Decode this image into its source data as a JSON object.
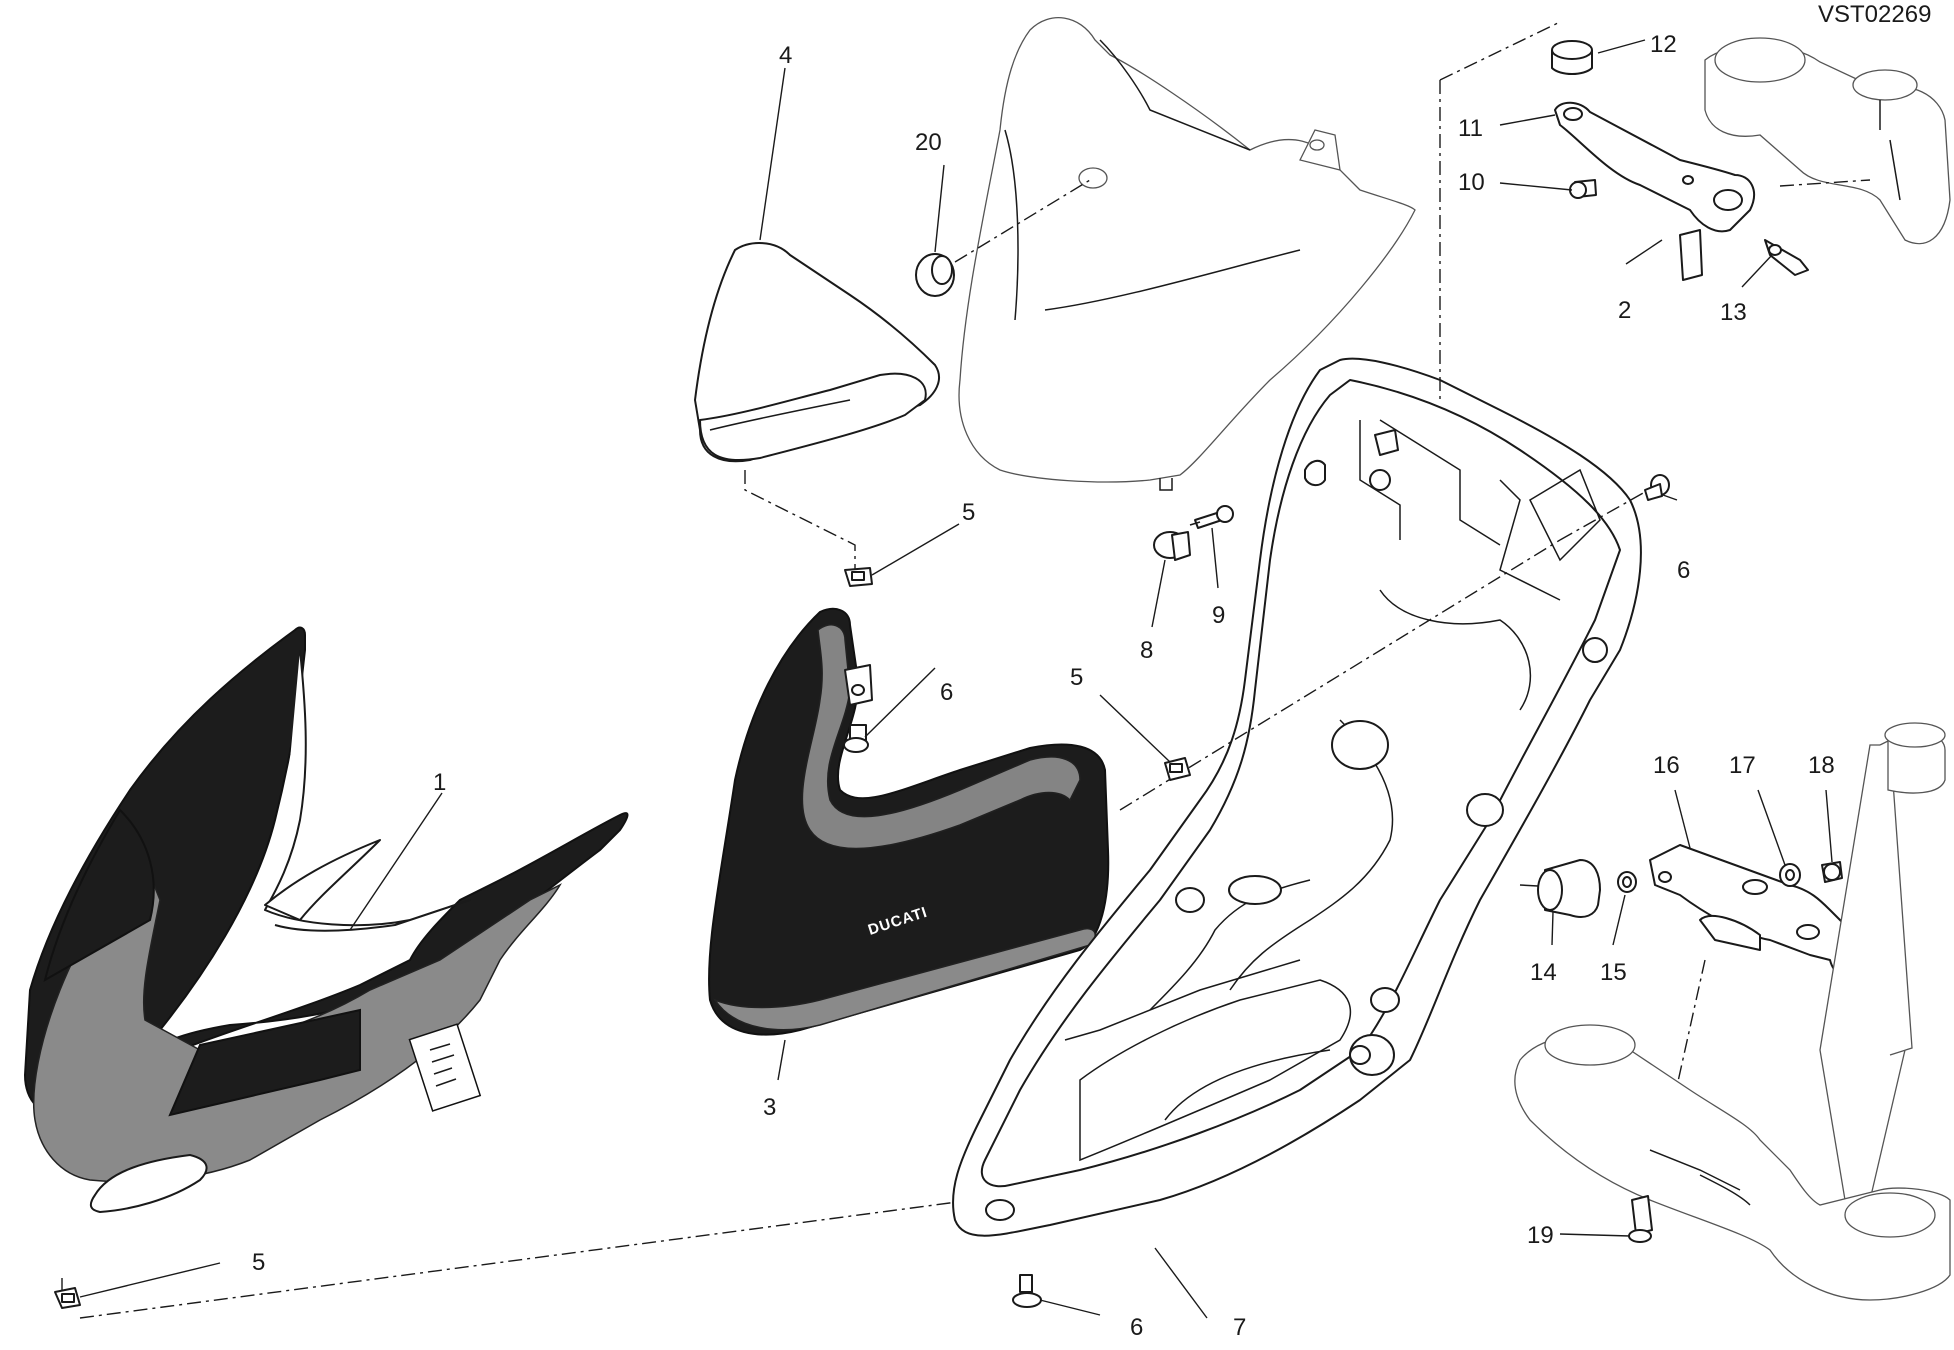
{
  "drawing_code": "VST02269",
  "brand_mark": "DUCATI",
  "callouts": {
    "c1": "1",
    "c2": "2",
    "c3": "3",
    "c4": "4",
    "c5a": "5",
    "c5b": "5",
    "c5c": "5",
    "c6a": "6",
    "c6b": "6",
    "c6c": "6",
    "c7": "7",
    "c8": "8",
    "c9": "9",
    "c10": "10",
    "c11": "11",
    "c12": "12",
    "c13": "13",
    "c14": "14",
    "c15": "15",
    "c16": "16",
    "c17": "17",
    "c18": "18",
    "c19": "19",
    "c20": "20"
  },
  "colors": {
    "line": "#1a1a1a",
    "panel_black": "#1c1c1c",
    "panel_grey": "#8a8a8a",
    "background": "#ffffff"
  }
}
